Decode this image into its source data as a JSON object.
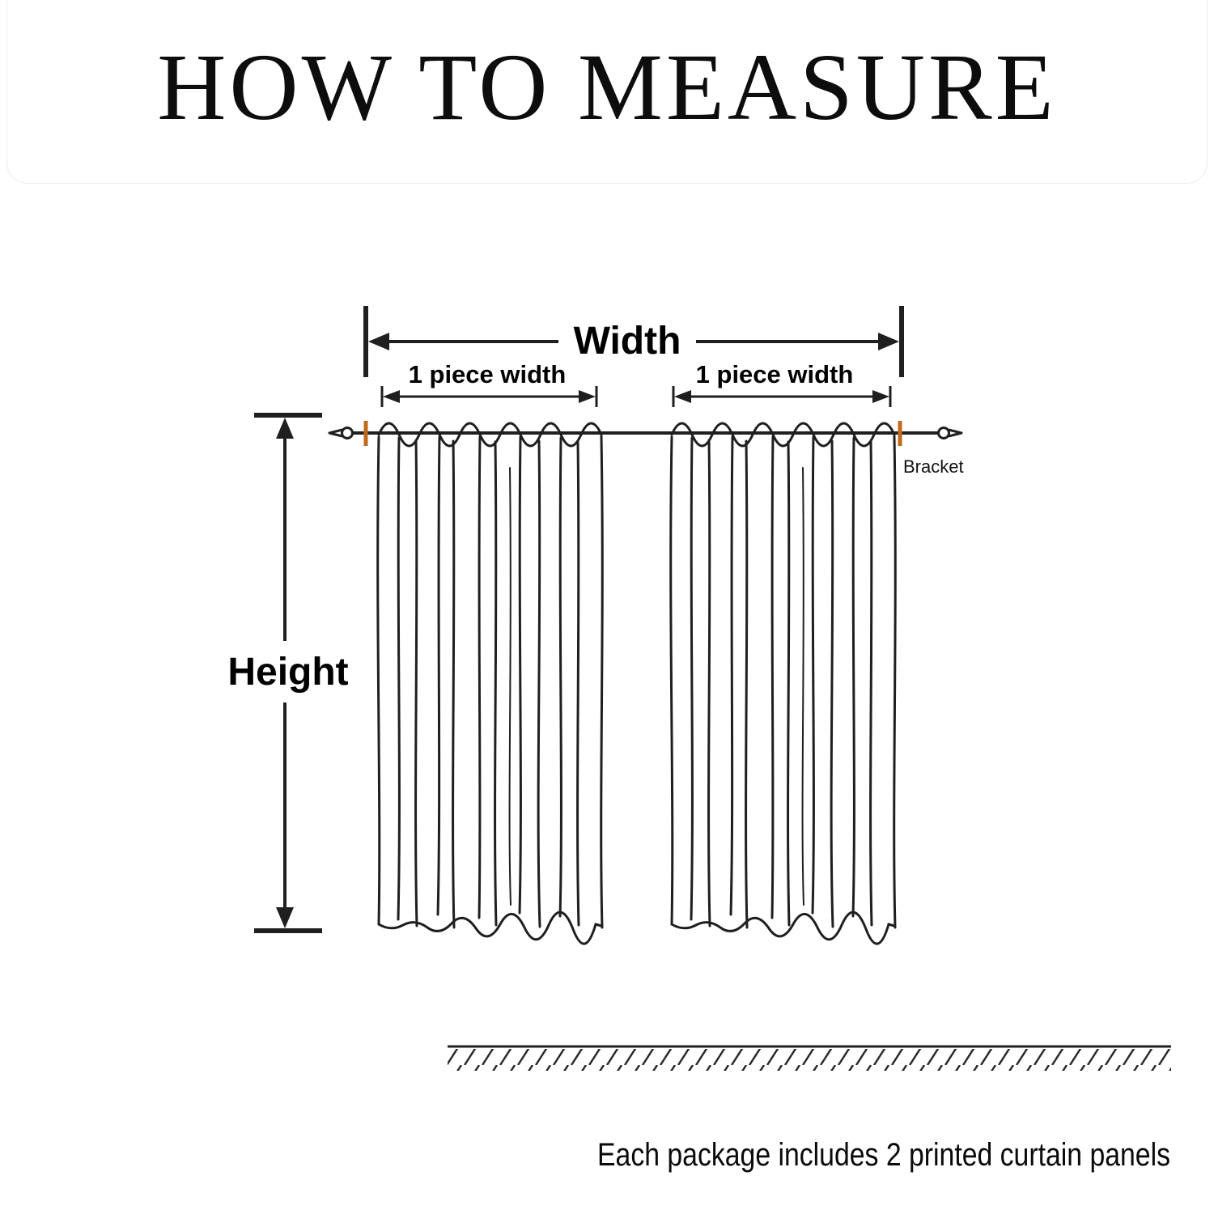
{
  "page": {
    "title": "HOW TO MEASURE",
    "caption": "Each package includes 2 printed curtain panels"
  },
  "diagram": {
    "width_label": "Width",
    "piece_width_left_label": "1 piece width",
    "piece_width_right_label": "1 piece width",
    "height_label": "Height",
    "bracket_label": "Bracket",
    "panels_count": "2",
    "colors": {
      "line": "#1f1f1f",
      "bracket": "#c06a1e"
    }
  }
}
